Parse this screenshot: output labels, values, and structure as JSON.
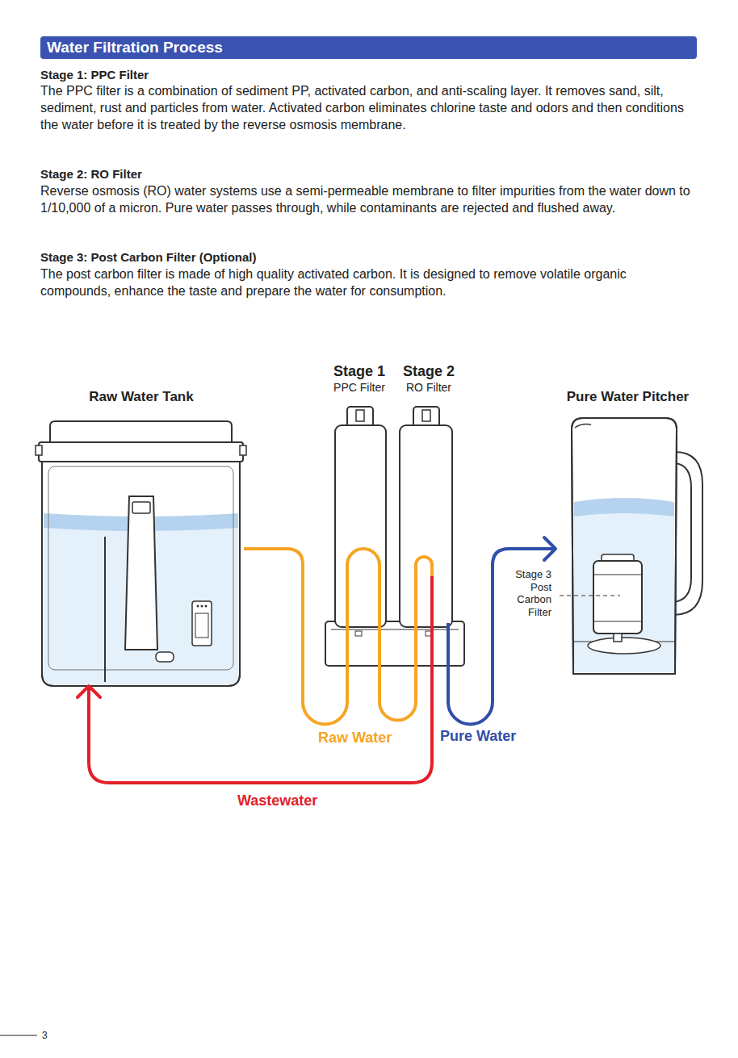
{
  "diagram": {
    "title": "Water Filtration Process",
    "nodes": [
      {
        "text": [
          "Raw Water Tank"
        ]
      },
      {
        "text": [
          "Stage 1",
          "PPC Filter"
        ]
      },
      {
        "text": [
          "Stage 2",
          "RO Filter"
        ]
      },
      {
        "text": [
          "Pure Water Pitcher"
        ]
      },
      {
        "text": [
          "Stage 3 Post Carbon Filter"
        ],
        "in": 3
      }
    ],
    "edges": [
      {
        "from": 0,
        "to": 1,
        "arrow": "none"
      },
      {
        "from": 1,
        "to": 2,
        "label": "Raw Water",
        "arrow": "none"
      },
      {
        "from": 2,
        "to": 3,
        "label": "Pure Water",
        "arrow": "to"
      },
      {
        "from": 2,
        "to": 0,
        "label": "Wastewater",
        "arrow": "to"
      }
    ],
    "labels": [
      "Stage 1: PPC Filter",
      "The PPC filter is a combination of sediment PP, activated carbon, and anti-scaling layer. It removes sand, silt, sediment, rust and particles from water. Activated carbon eliminates chlorine taste and odors and then conditions the water before it is treated by the reverse osmosis membrane.",
      "Stage 2: RO Filter",
      "Reverse osmosis (RO) water systems use a semi-permeable membrane to filter impurities from the water down to 1/10,000 of a micron. Pure water passes through, while contaminants are rejected and flushed away.",
      "Stage 3: Post Carbon Filter (Optional)",
      "The post carbon filter is made of high quality activated carbon. It is designed to remove volatile organic compounds, enhance the taste and prepare the water for consumption.",
      "3"
    ]
  }
}
